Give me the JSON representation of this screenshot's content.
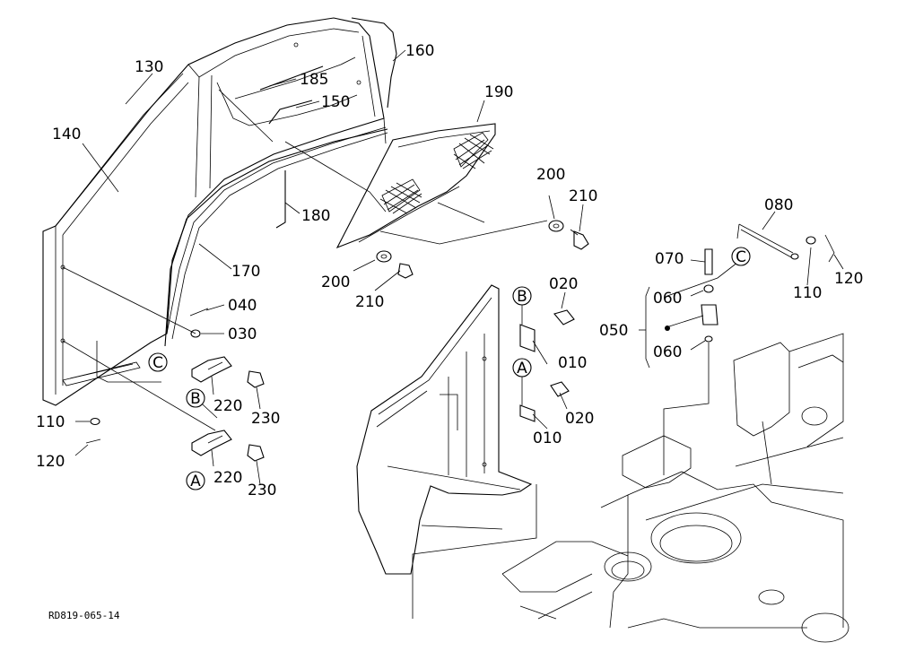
{
  "drawing_code": "RD819-065-14",
  "callouts": {
    "p130": "130",
    "p140": "140",
    "p185": "185",
    "p150": "150",
    "p160": "160",
    "p190": "190",
    "p180": "180",
    "p170": "170",
    "p200a": "200",
    "p210a": "210",
    "p200b": "200",
    "p210b": "210",
    "p040": "040",
    "p030": "030",
    "p220a": "220",
    "p230a": "230",
    "p220b": "220",
    "p230b": "230",
    "p110a": "110",
    "p120a": "120",
    "p020a": "020",
    "p010a": "010",
    "p020b": "020",
    "p010b": "010",
    "p080": "080",
    "p070": "070",
    "p060a": "060",
    "p060b": "060",
    "p050": "050",
    "p110b": "110",
    "p120b": "120"
  },
  "refs": {
    "c_left": "C",
    "b_left": "B",
    "a_left": "A",
    "b_right": "B",
    "a_right": "A",
    "c_right": "C"
  }
}
